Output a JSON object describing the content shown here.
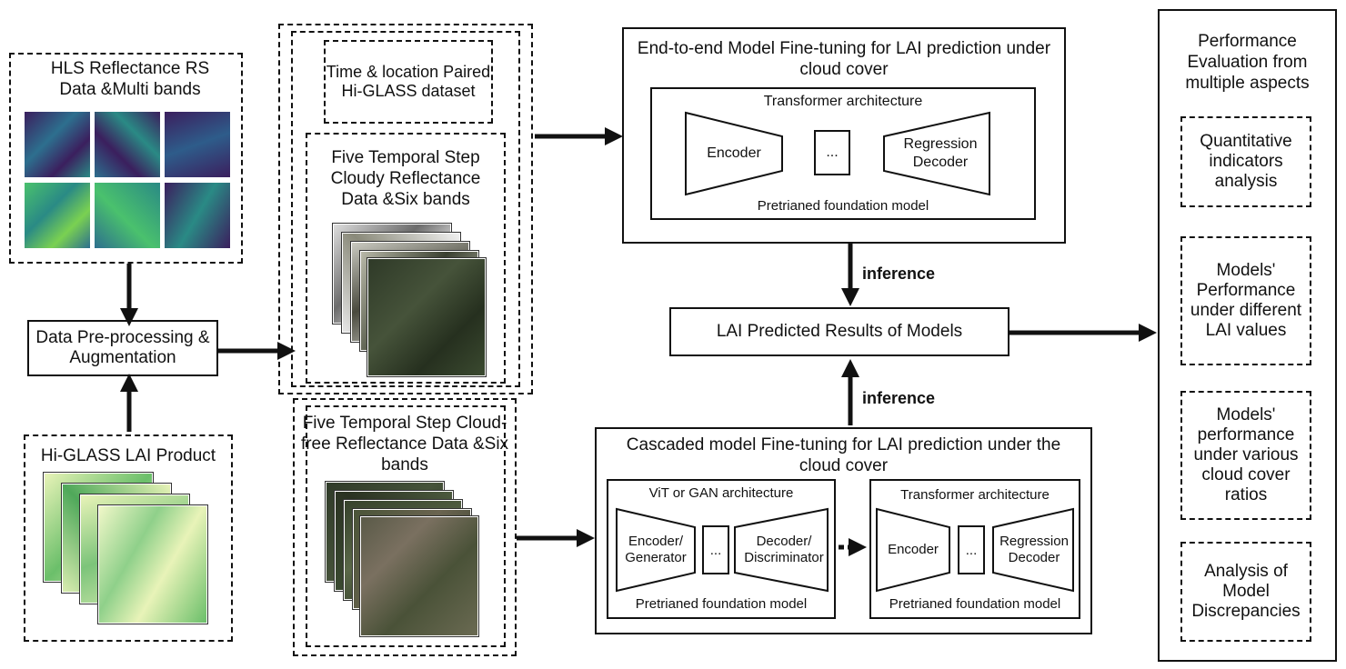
{
  "hls": {
    "title": "HLS Reflectance RS Data &Multi bands"
  },
  "preproc": {
    "label": "Data Pre-processing & Augmentation"
  },
  "higlass_lai": {
    "title": "Hi-GLASS LAI Product"
  },
  "paired": {
    "title": "Time & location Paired Hi-GLASS dataset"
  },
  "cloudy": {
    "title": "Five Temporal Step Cloudy Reflectance Data &Six bands"
  },
  "cloudfree": {
    "title": "Five Temporal Step Cloud-free Reflectance Data &Six bands"
  },
  "e2e": {
    "title": "End-to-end Model Fine-tuning for LAI prediction under cloud cover",
    "arch": "Transformer architecture",
    "encoder": "Encoder",
    "ellipsis": "...",
    "decoder": "Regression Decoder",
    "foot": "Pretrianed foundation model"
  },
  "inference_top": "inference",
  "inference_bottom": "inference",
  "results": {
    "label": "LAI Predicted Results of Models"
  },
  "cascade": {
    "title": "Cascaded model Fine-tuning for LAI prediction under the cloud cover",
    "left": {
      "arch": "ViT or GAN architecture",
      "encoder": "Encoder/ Generator",
      "ellipsis": "...",
      "decoder": "Decoder/ Discriminator",
      "foot": "Pretrianed foundation model"
    },
    "right": {
      "arch": "Transformer architecture",
      "encoder": "Encoder",
      "ellipsis": "...",
      "decoder": "Regression Decoder",
      "foot": "Pretrianed foundation model"
    }
  },
  "evaluation": {
    "title": "Performance Evaluation from multiple aspects",
    "items": [
      "Quantitative indicators analysis",
      "Models' Performance under different LAI values",
      "Models' performance under various cloud cover ratios",
      "Analysis of Model Discrepancies"
    ]
  },
  "colors": {
    "viridis_dark": "#3b1f5e",
    "viridis_mid": "#2d6f8e",
    "viridis_green": "#4ac16d",
    "lai_light": "#e8f3b8",
    "lai_green": "#6bbf6a",
    "sat_dark": "#2f3a28"
  }
}
